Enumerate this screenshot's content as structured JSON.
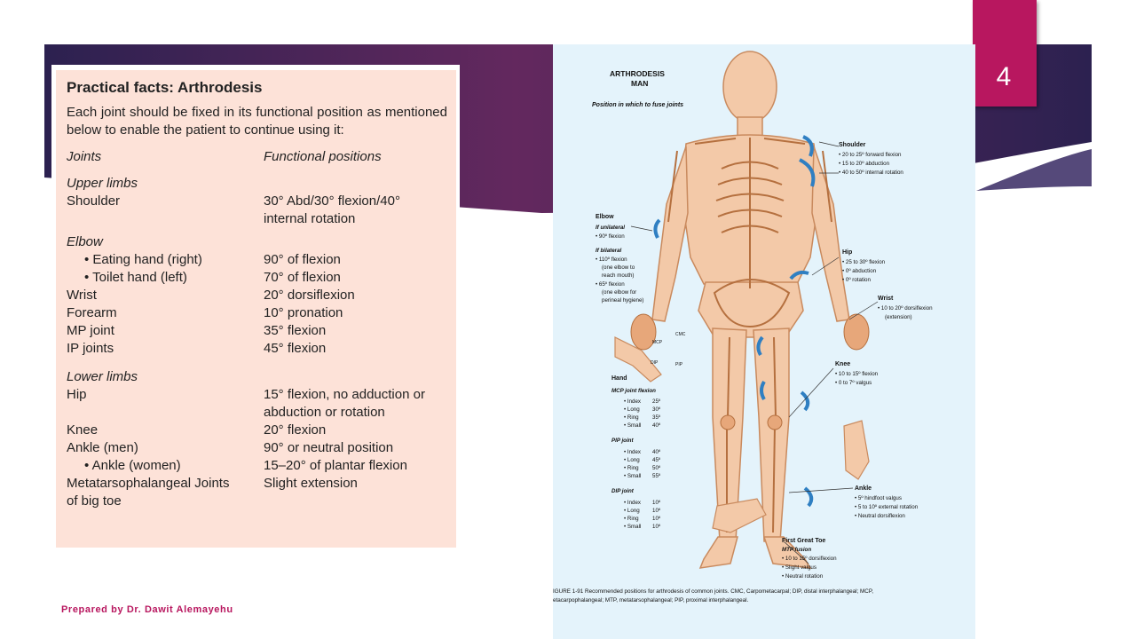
{
  "slide": {
    "page_number": "4",
    "footer": "Prepared by Dr. Dawit Alemayehu"
  },
  "colors": {
    "accent": "#b8175f",
    "banner_dark": "#2c2150",
    "banner_mid": "#63285e",
    "table_bg": "#fde2d8",
    "figure_bg": "#e4f3fb"
  },
  "table": {
    "title": "Practical facts: Arthrodesis",
    "intro": "Each joint should be fixed in its functional position as mentioned below to enable the patient to continue using it:",
    "header": {
      "joint": "Joints",
      "position": "Functional positions"
    },
    "upper_label": "Upper limbs",
    "shoulder": {
      "joint": "Shoulder",
      "position": "30° Abd/30° flexion/40° internal rotation"
    },
    "elbow_label": "Elbow",
    "upper_rows": [
      {
        "joint": "Eating hand (right)",
        "position": "90° of flexion"
      },
      {
        "joint": "Toilet hand (left)",
        "position": "70° of flexion"
      },
      {
        "joint": "Wrist",
        "position": "20° dorsiflexion"
      },
      {
        "joint": "Forearm",
        "position": "10° pronation"
      },
      {
        "joint": "MP joint",
        "position": "35° flexion"
      },
      {
        "joint": "IP joints",
        "position": "45° flexion"
      }
    ],
    "lower_label": "Lower limbs",
    "lower_rows": [
      {
        "joint": "Hip",
        "position": "15° flexion, no adduction or abduction or rotation"
      },
      {
        "joint": "Knee",
        "position": "20° flexion"
      },
      {
        "joint": "Ankle (men)",
        "position": "90° or neutral position"
      },
      {
        "joint": "Ankle (women)",
        "position": "15–20° of plantar flexion"
      },
      {
        "joint": "Metatarsophalangeal Joints of big toe",
        "position": "Slight extension"
      }
    ]
  },
  "figure": {
    "title_line1": "ARTHRODESIS",
    "title_line2": "MAN",
    "subtitle": "Position in which to fuse joints",
    "shoulder": {
      "title": "Shoulder",
      "l1": "• 20 to 25º forward flexion",
      "l2": "• 15 to 20º abduction",
      "l3": "• 40 to 50º internal rotation"
    },
    "elbow": {
      "title": "Elbow",
      "unilat": "If unilateral",
      "u1": "• 90º flexion",
      "bilat": "If bilateral",
      "b1": "• 110º flexion",
      "b2": "(one elbow to",
      "b3": "reach mouth)",
      "b4": "• 65º flexion",
      "b5": "(one elbow for",
      "b6": "perineal hygiene)"
    },
    "hip": {
      "title": "Hip",
      "l1": "• 25 to 30º flexion",
      "l2": "• 0º abduction",
      "l3": "• 0º rotation"
    },
    "wrist": {
      "title": "Wrist",
      "l1": "• 10 to 20º dorsiflexion",
      "l2": "(extension)"
    },
    "hand_joints": {
      "cmc": "CMC",
      "mcp": "MCP",
      "pip": "PIP",
      "dip": "DIP"
    },
    "hand": {
      "title": "Hand",
      "mcp_title": "MCP joint flexion",
      "mcp": [
        {
          "finger": "• Index",
          "deg": "25º"
        },
        {
          "finger": "• Long",
          "deg": "30º"
        },
        {
          "finger": "• Ring",
          "deg": "35º"
        },
        {
          "finger": "• Small",
          "deg": "40º"
        }
      ],
      "pip_title": "PIP joint",
      "pip": [
        {
          "finger": "• Index",
          "deg": "40º"
        },
        {
          "finger": "• Long",
          "deg": "45º"
        },
        {
          "finger": "• Ring",
          "deg": "50º"
        },
        {
          "finger": "• Small",
          "deg": "55º"
        }
      ],
      "dip_title": "DIP joint",
      "dip": [
        {
          "finger": "• Index",
          "deg": "10º"
        },
        {
          "finger": "• Long",
          "deg": "10º"
        },
        {
          "finger": "• Ring",
          "deg": "10º"
        },
        {
          "finger": "• Small",
          "deg": "10º"
        }
      ]
    },
    "knee": {
      "title": "Knee",
      "l1": "• 10 to 15º flexion",
      "l2": "• 0 to 7º valgus"
    },
    "ankle": {
      "title": "Ankle",
      "l1": "• 5º hindfoot valgus",
      "l2": "• 5 to 10º external rotation",
      "l3": "• Neutral dorsiflexion"
    },
    "toe": {
      "title": "First Great Toe",
      "sub": "MTP fusion",
      "l1": "• 10 to 15º dorsiflexion",
      "l2": "• Slight valgus",
      "l3": "• Neutral rotation"
    },
    "caption_line1": "IGURE 1-91  Recommended positions for arthrodesis of common joints. CMC, Carpometacarpal; DIP, distal interphalangeal; MCP,",
    "caption_line2": "etacarpophalangeal; MTP, metatarsophalangeal; PIP, proximal interphalangeal."
  }
}
